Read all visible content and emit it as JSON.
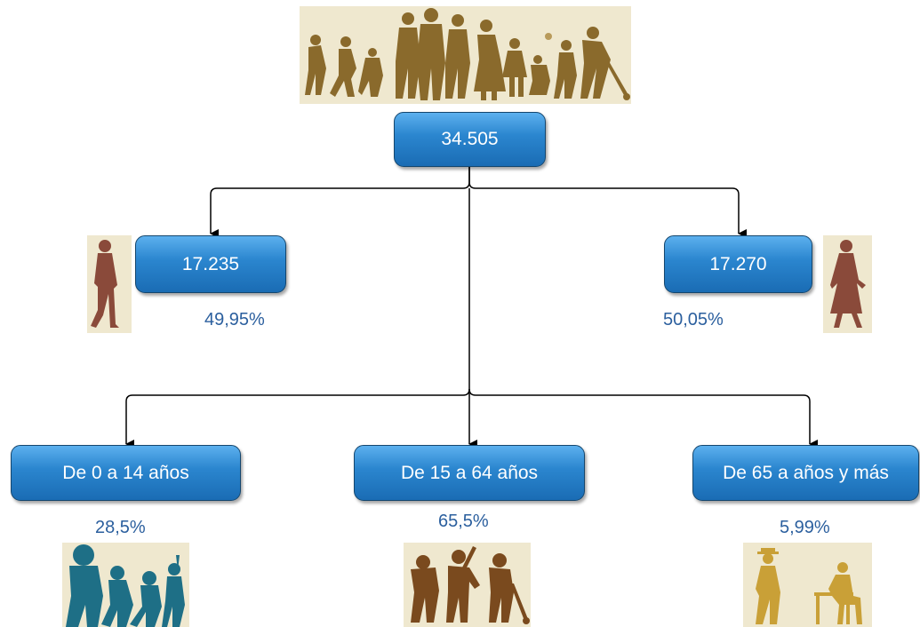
{
  "root": {
    "value": "34.505"
  },
  "sex": [
    {
      "value": "17.235",
      "percent": "49,95%",
      "icon": "man-walking-icon"
    },
    {
      "value": "17.270",
      "percent": "50,05%",
      "icon": "woman-walking-icon"
    }
  ],
  "age_groups": [
    {
      "label": "De 0 a 14 años",
      "percent": "28,5%",
      "icon": "children-playing-icon"
    },
    {
      "label": "De 15 a 64 años",
      "percent": "65,5%",
      "icon": "adults-working-icon"
    },
    {
      "label": "De 65 a años y más",
      "percent": "5,99%",
      "icon": "elderly-people-icon"
    }
  ],
  "header_image": {
    "icon": "family-silhouettes-icon"
  },
  "colors": {
    "node_fill": "#2b86cf",
    "node_border": "#15466d",
    "percent_text": "#2b5f9e",
    "connector": "#000000"
  }
}
